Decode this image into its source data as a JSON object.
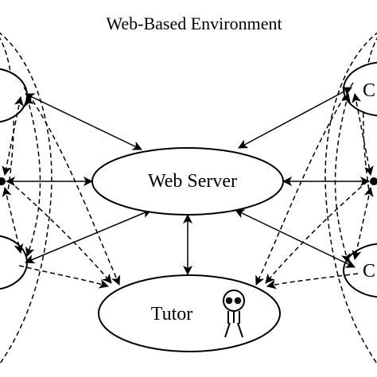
{
  "diagram": {
    "title": "Web-Based Environment",
    "nodes": {
      "web_server": {
        "label": "Web Server"
      },
      "tutor": {
        "label": "Tutor",
        "icon": "stick-figure-person-icon"
      },
      "right_top": {
        "label": "C"
      },
      "right_bottom": {
        "label": "C"
      }
    },
    "edges": {
      "solid": "request/response",
      "dashed": "peer communication"
    },
    "colors": {
      "stroke": "#000000",
      "background": "#ffffff"
    }
  }
}
